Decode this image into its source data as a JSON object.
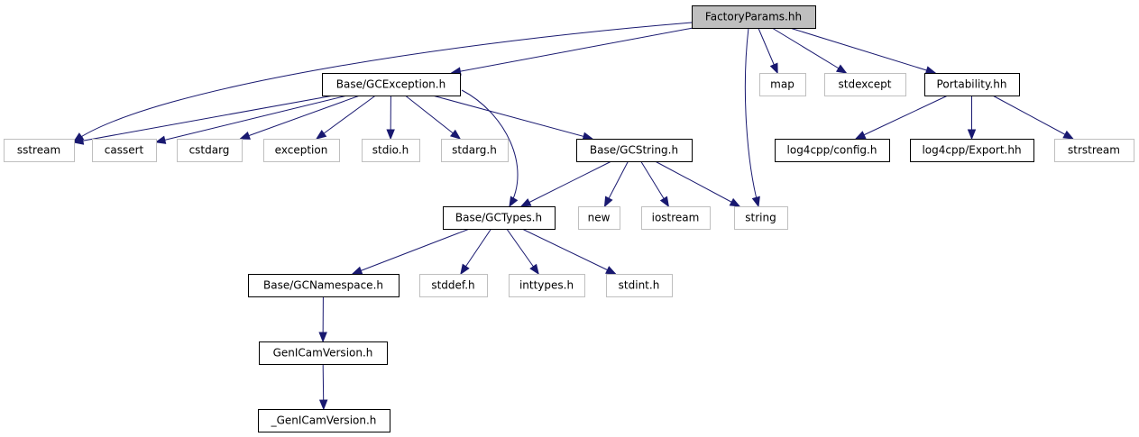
{
  "diagram": {
    "colors": {
      "edge": "#191970",
      "root_fill": "#bfbfbf",
      "doc_border": "#000000",
      "sys_border": "#bfbfbf"
    },
    "nodes": [
      {
        "id": "factoryparams",
        "label": "FactoryParams.hh",
        "kind": "root"
      },
      {
        "id": "gcexception",
        "label": "Base/GCException.h",
        "kind": "doc"
      },
      {
        "id": "map",
        "label": "map",
        "kind": "sys"
      },
      {
        "id": "stdexcept",
        "label": "stdexcept",
        "kind": "sys"
      },
      {
        "id": "portability",
        "label": "Portability.hh",
        "kind": "doc"
      },
      {
        "id": "sstream",
        "label": "sstream",
        "kind": "sys"
      },
      {
        "id": "cassert",
        "label": "cassert",
        "kind": "sys"
      },
      {
        "id": "cstdarg",
        "label": "cstdarg",
        "kind": "sys"
      },
      {
        "id": "exception",
        "label": "exception",
        "kind": "sys"
      },
      {
        "id": "stdio",
        "label": "stdio.h",
        "kind": "sys"
      },
      {
        "id": "stdarg",
        "label": "stdarg.h",
        "kind": "sys"
      },
      {
        "id": "gcstring",
        "label": "Base/GCString.h",
        "kind": "doc"
      },
      {
        "id": "log4config",
        "label": "log4cpp/config.h",
        "kind": "doc"
      },
      {
        "id": "log4export",
        "label": "log4cpp/Export.hh",
        "kind": "doc"
      },
      {
        "id": "strstream",
        "label": "strstream",
        "kind": "sys"
      },
      {
        "id": "gctypes",
        "label": "Base/GCTypes.h",
        "kind": "doc"
      },
      {
        "id": "new",
        "label": "new",
        "kind": "sys"
      },
      {
        "id": "iostream",
        "label": "iostream",
        "kind": "sys"
      },
      {
        "id": "string",
        "label": "string",
        "kind": "sys"
      },
      {
        "id": "gcnamespace",
        "label": "Base/GCNamespace.h",
        "kind": "doc"
      },
      {
        "id": "stddef",
        "label": "stddef.h",
        "kind": "sys"
      },
      {
        "id": "inttypes",
        "label": "inttypes.h",
        "kind": "sys"
      },
      {
        "id": "stdint",
        "label": "stdint.h",
        "kind": "sys"
      },
      {
        "id": "genicamversion",
        "label": "GenICamVersion.h",
        "kind": "doc"
      },
      {
        "id": "genicamversion2",
        "label": "_GenICamVersion.h",
        "kind": "doc"
      }
    ],
    "edges": [
      {
        "from": "factoryparams",
        "to": "sstream"
      },
      {
        "from": "factoryparams",
        "to": "gcexception"
      },
      {
        "from": "factoryparams",
        "to": "map"
      },
      {
        "from": "factoryparams",
        "to": "stdexcept"
      },
      {
        "from": "factoryparams",
        "to": "portability"
      },
      {
        "from": "factoryparams",
        "to": "string"
      },
      {
        "from": "gcexception",
        "to": "sstream"
      },
      {
        "from": "gcexception",
        "to": "cassert"
      },
      {
        "from": "gcexception",
        "to": "cstdarg"
      },
      {
        "from": "gcexception",
        "to": "exception"
      },
      {
        "from": "gcexception",
        "to": "stdio"
      },
      {
        "from": "gcexception",
        "to": "stdarg"
      },
      {
        "from": "gcexception",
        "to": "gcstring"
      },
      {
        "from": "gcexception",
        "to": "gctypes"
      },
      {
        "from": "gcstring",
        "to": "gctypes"
      },
      {
        "from": "gcstring",
        "to": "new"
      },
      {
        "from": "gcstring",
        "to": "iostream"
      },
      {
        "from": "gcstring",
        "to": "string"
      },
      {
        "from": "portability",
        "to": "log4config"
      },
      {
        "from": "portability",
        "to": "log4export"
      },
      {
        "from": "portability",
        "to": "strstream"
      },
      {
        "from": "gctypes",
        "to": "gcnamespace"
      },
      {
        "from": "gctypes",
        "to": "stddef"
      },
      {
        "from": "gctypes",
        "to": "inttypes"
      },
      {
        "from": "gctypes",
        "to": "stdint"
      },
      {
        "from": "gcnamespace",
        "to": "genicamversion"
      },
      {
        "from": "genicamversion",
        "to": "genicamversion2"
      }
    ]
  }
}
